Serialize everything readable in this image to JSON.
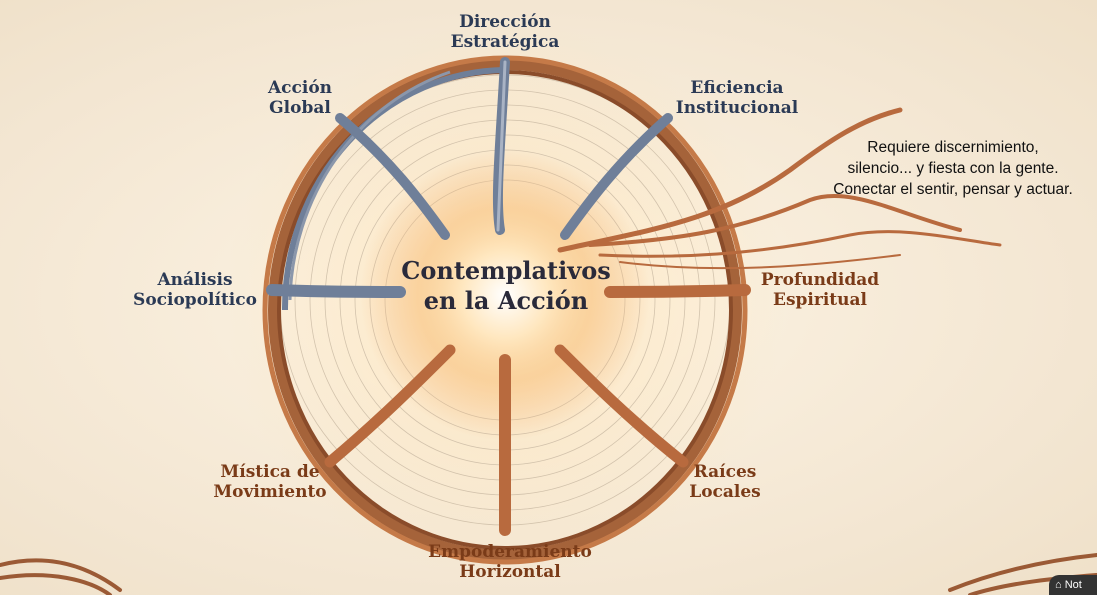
{
  "center": {
    "line1": "Contemplativos",
    "line2": "en la Acción"
  },
  "labels": {
    "top": {
      "line1": "Dirección",
      "line2": "Estratégica"
    },
    "top_left": {
      "line1": "Acción",
      "line2": "Global"
    },
    "top_right": {
      "line1": "Eficiencia",
      "line2": "Institucional"
    },
    "left": {
      "line1": "Análisis",
      "line2": "Sociopolítico"
    },
    "right": {
      "line1": "Profundidad",
      "line2": "Espiritual"
    },
    "bottom_left": {
      "line1": "Mística de",
      "line2": "Movimiento"
    },
    "bottom_right": {
      "line1": "Raíces",
      "line2": "Locales"
    },
    "bottom": {
      "line1": "Empoderamiento",
      "line2": "Horizontal"
    }
  },
  "note": {
    "line1": "Requiere discernimiento,",
    "line2": "silencio... y fiesta con la gente.",
    "line3": "Conectar el sentir, pensar y actuar."
  },
  "badge": {
    "text": "Not"
  },
  "colors": {
    "blue_roots": "#6f7f99",
    "copper_roots": "#b86a3e",
    "glow": "#ffd9a0",
    "label_blue": "#2b3a55",
    "label_warm": "#7a3b18"
  }
}
